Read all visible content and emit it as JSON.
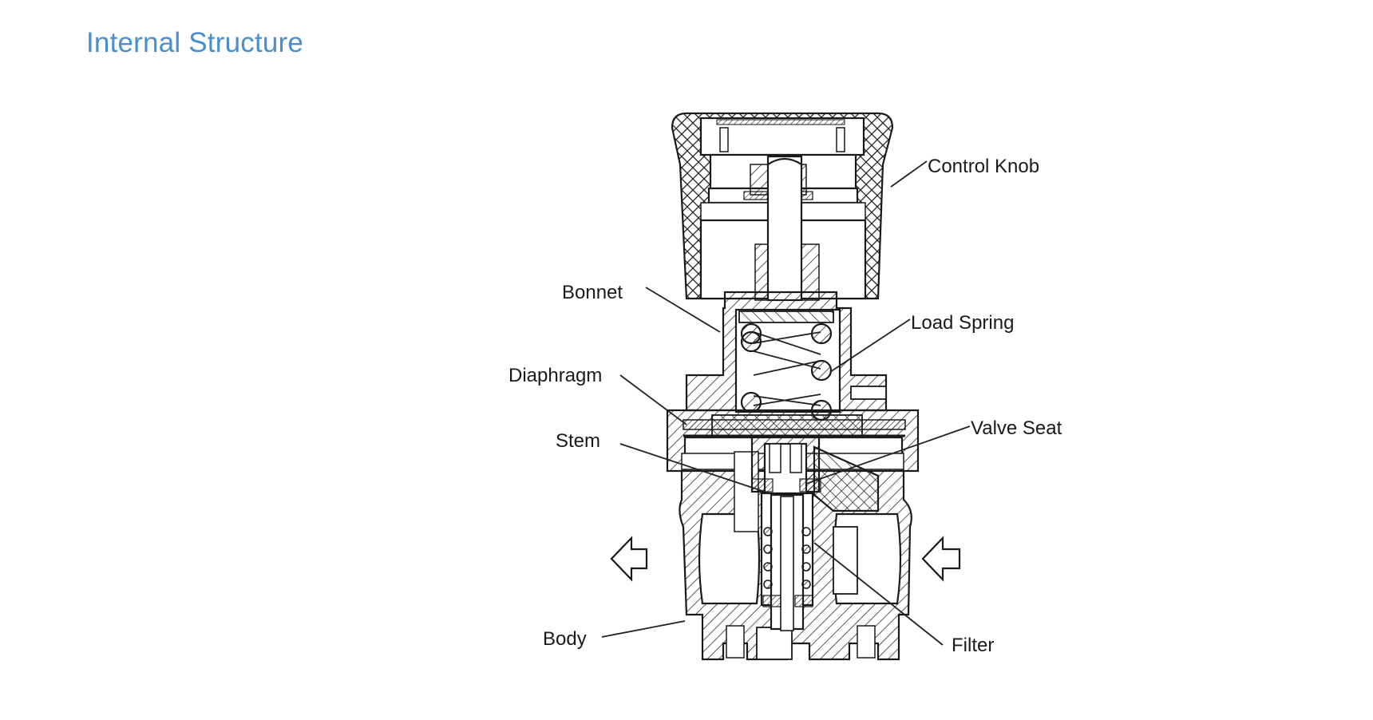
{
  "page": {
    "title": "Internal Structure",
    "title_color": "#4a8fcb"
  },
  "diagram": {
    "labels": {
      "control_knob": "Control Knob",
      "bonnet": "Bonnet",
      "load_spring": "Load Spring",
      "diaphragm": "Diaphragm",
      "valve_seat": "Valve Seat",
      "stem": "Stem",
      "body": "Body",
      "filter": "Filter"
    },
    "flow_arrows": [
      "outlet-arrow-left",
      "inlet-arrow-left"
    ]
  }
}
